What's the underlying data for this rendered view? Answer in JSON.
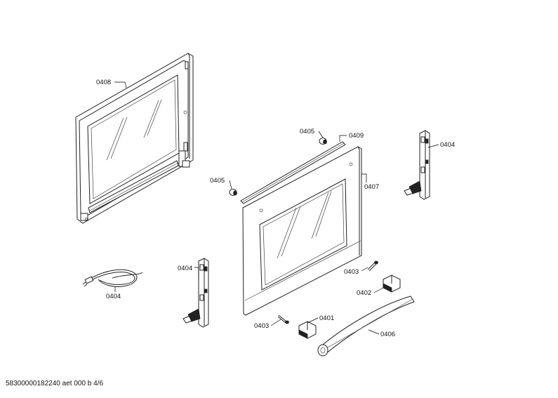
{
  "labels": {
    "outer_door": "0408",
    "gasket_strip": "0409",
    "knob_right": "0405",
    "knob_left": "0405",
    "inner_door": "0407",
    "hinge_right": "0404",
    "hinge_left": "0404",
    "cable": "0404",
    "screw_right": "0403",
    "screw_left": "0403",
    "bracket_right": "0402",
    "bracket_left": "0401",
    "handle": "0406"
  },
  "footer": {
    "document_code": "58300000182240 aet 000 b 4/6"
  }
}
